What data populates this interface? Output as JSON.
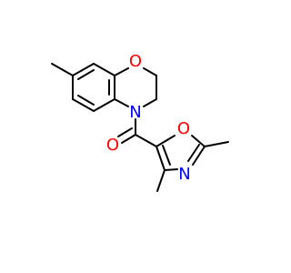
{
  "molecule": {
    "colors": {
      "bond": "#000000",
      "oxygen": "#ff0000",
      "nitrogen": "#0000ff"
    },
    "atom_labels": {
      "ring_oxygen": "O",
      "ring_nitrogen": "N",
      "carbonyl_oxygen": "O",
      "oxazole_oxygen": "O",
      "oxazole_nitrogen": "N"
    }
  }
}
